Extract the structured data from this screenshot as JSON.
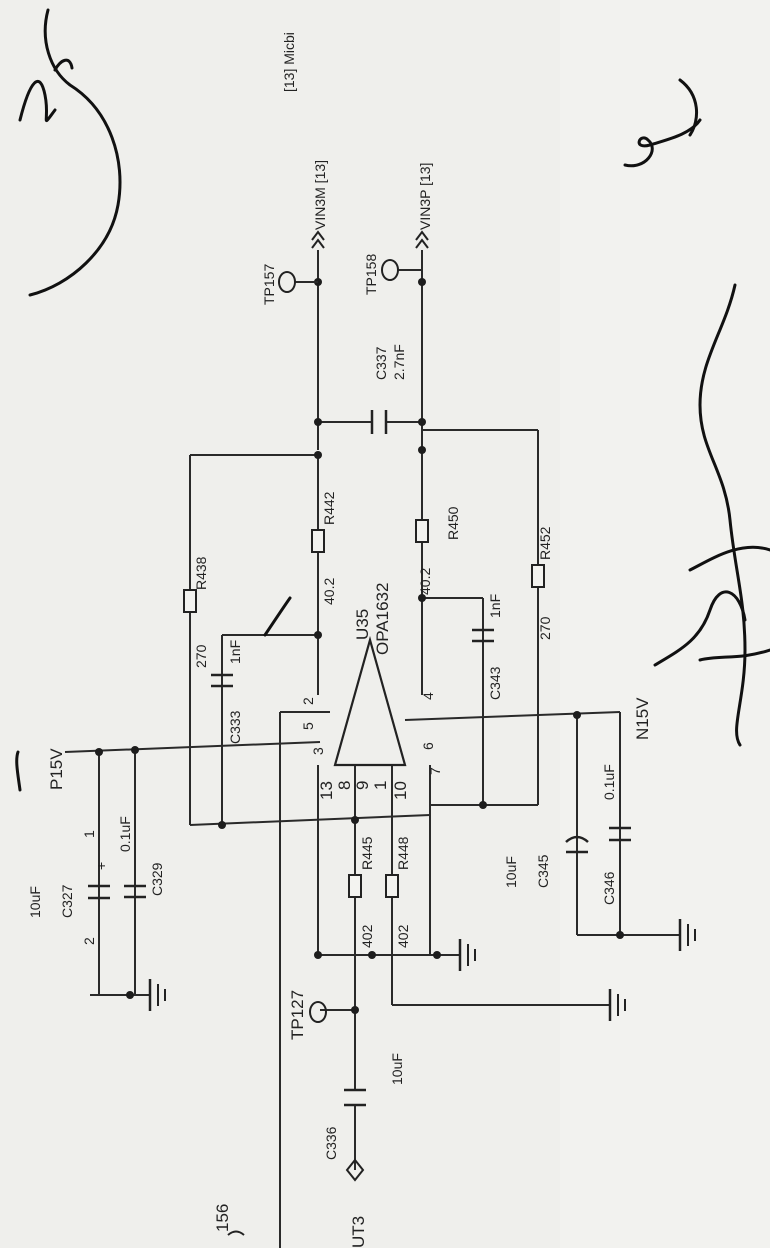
{
  "sheet_ref": "[13] Micbi",
  "nets": {
    "vin3m": "VIN3M [13]",
    "vin3p": "VIN3P [13]",
    "p15v": "P15V",
    "n15v": "N15V",
    "ut3": "UT3",
    "num156": "156"
  },
  "opamp": {
    "ref": "U35",
    "part": "OPA1632"
  },
  "pins": [
    "2",
    "3",
    "5",
    "4",
    "13",
    "8",
    "9",
    "1",
    "10",
    "6",
    "7"
  ],
  "capacitors": [
    {
      "ref": "C327",
      "value": "10uF",
      "pin_minus": "2",
      "pin_plus": "1",
      "polarity": "+"
    },
    {
      "ref": "C329",
      "value": "0.1uF"
    },
    {
      "ref": "C333",
      "value": "1nF"
    },
    {
      "ref": "C337",
      "value": "2.7nF"
    },
    {
      "ref": "C343",
      "value": "1nF"
    },
    {
      "ref": "C345",
      "value": "10uF"
    },
    {
      "ref": "C346",
      "value": "0.1uF"
    },
    {
      "ref": "C336",
      "value": "10uF"
    }
  ],
  "resistors": [
    {
      "ref": "R438",
      "value": "270"
    },
    {
      "ref": "R442",
      "value": "40.2"
    },
    {
      "ref": "R450",
      "value": "40.2"
    },
    {
      "ref": "R452",
      "value": "270"
    },
    {
      "ref": "R445",
      "value": "402"
    },
    {
      "ref": "R448",
      "value": "402"
    }
  ],
  "test_points": [
    "TP157",
    "TP158",
    "TP127"
  ]
}
